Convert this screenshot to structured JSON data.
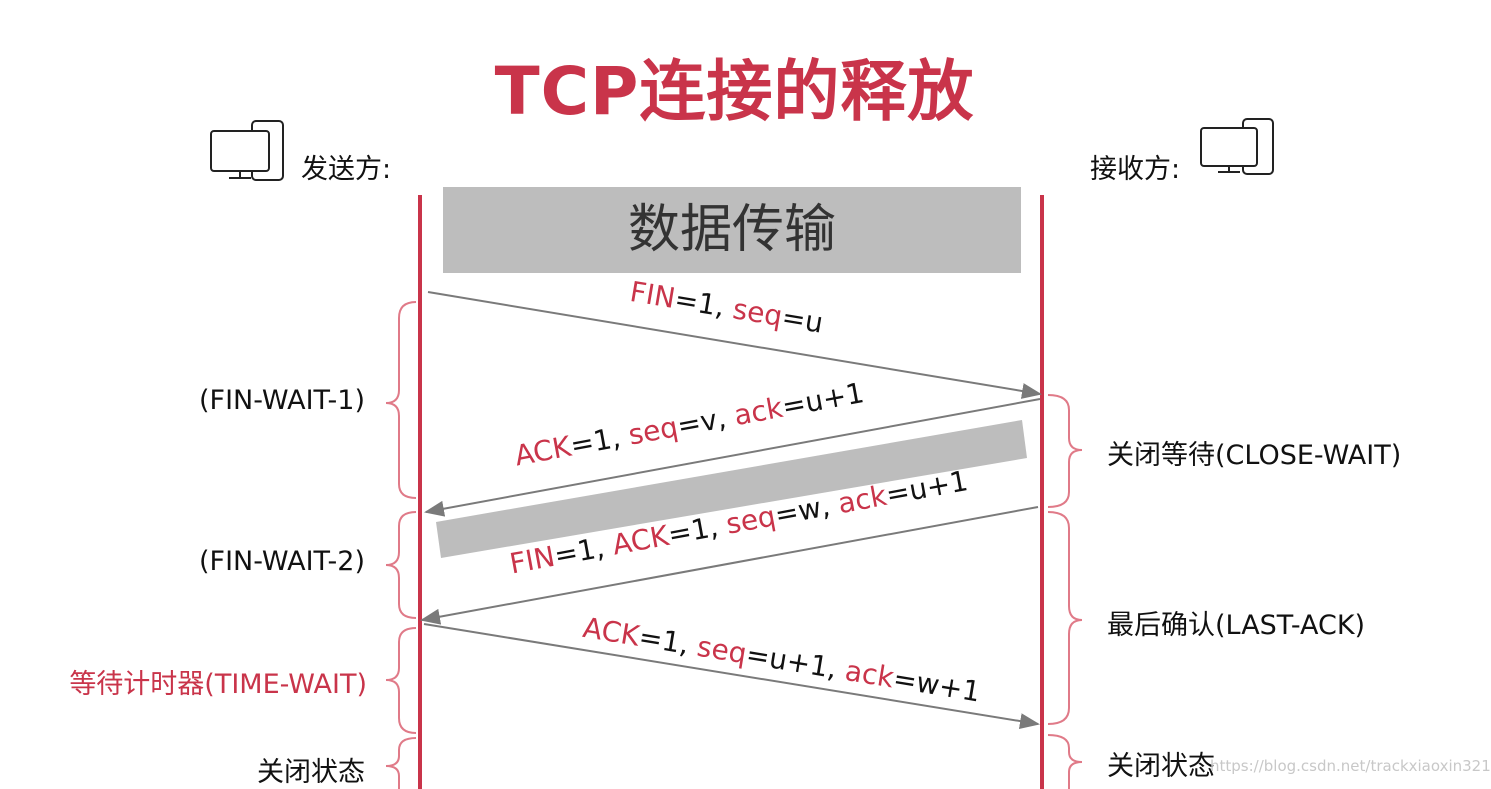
{
  "title": "TCP连接的释放",
  "sender_label": "发送方:",
  "receiver_label": "接收方:",
  "banner": "数据传输",
  "states_left": [
    {
      "text": "(FIN-WAIT-1)"
    },
    {
      "text": "(FIN-WAIT-2)"
    },
    {
      "text": "等待计时器(TIME-WAIT)"
    },
    {
      "text": "关闭状态"
    }
  ],
  "states_right": [
    {
      "text": "关闭等待(CLOSE-WAIT)"
    },
    {
      "text": "最后确认(LAST-ACK)"
    },
    {
      "text": "关闭状态"
    }
  ],
  "messages": [
    {
      "parts": [
        {
          "t": "FIN",
          "k": true
        },
        {
          "t": "=1, ",
          "k": false
        },
        {
          "t": "seq",
          "k": true
        },
        {
          "t": "=u",
          "k": false
        }
      ]
    },
    {
      "parts": [
        {
          "t": "ACK",
          "k": true
        },
        {
          "t": "=1, ",
          "k": false
        },
        {
          "t": "seq",
          "k": true
        },
        {
          "t": "=v, ",
          "k": false
        },
        {
          "t": "ack",
          "k": true
        },
        {
          "t": "=u+1",
          "k": false
        }
      ]
    },
    {
      "parts": [
        {
          "t": "FIN",
          "k": true
        },
        {
          "t": "=1, ",
          "k": false
        },
        {
          "t": "ACK",
          "k": true
        },
        {
          "t": "=1, ",
          "k": false
        },
        {
          "t": "seq",
          "k": true
        },
        {
          "t": "=w, ",
          "k": false
        },
        {
          "t": "ack",
          "k": true
        },
        {
          "t": "=u+1",
          "k": false
        }
      ]
    },
    {
      "parts": [
        {
          "t": "ACK",
          "k": true
        },
        {
          "t": "=1, ",
          "k": false
        },
        {
          "t": "seq",
          "k": true
        },
        {
          "t": "=u+1, ",
          "k": false
        },
        {
          "t": "ack",
          "k": true
        },
        {
          "t": "=w+1",
          "k": false
        }
      ]
    }
  ],
  "watermark": "https://blog.csdn.net/trackxiaoxin321",
  "colors": {
    "accent": "#c9344a",
    "arrow": "#7a7a7a",
    "banner": "#bdbdbd",
    "bracket": "#e07a88"
  }
}
